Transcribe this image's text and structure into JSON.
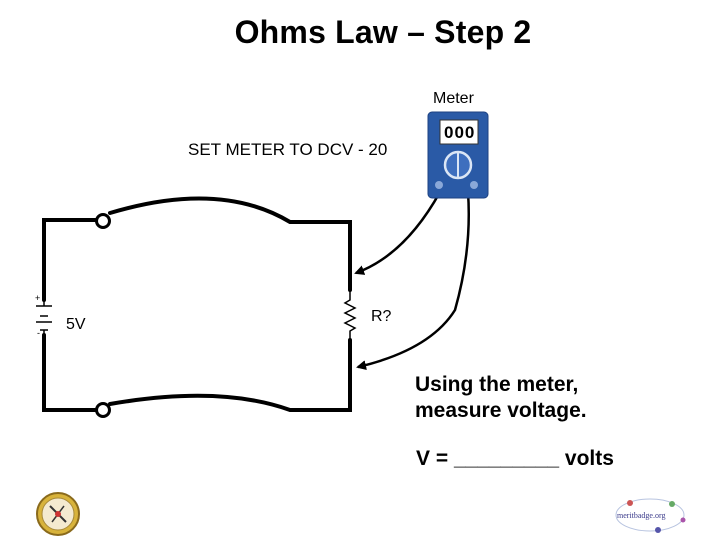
{
  "slide": {
    "title": "Ohms Law – Step 2",
    "instruction": "SET METER TO DCV - 20",
    "measure_line1": "Using the meter,",
    "measure_line2": "measure voltage.",
    "volts_line": "V = _________ volts"
  },
  "meter": {
    "label": "Meter",
    "display": "000",
    "body_color": "#2a5aa6"
  },
  "circuit": {
    "battery_label": "5V",
    "battery_plus": "+",
    "battery_minus": "-",
    "resistor_label": "R?"
  },
  "icons": {
    "bottom_left": "merit-badge-emblem-icon",
    "bottom_right": "meritbadge-logo-icon"
  },
  "footer": {
    "logo_text": "meritbadge.org"
  }
}
